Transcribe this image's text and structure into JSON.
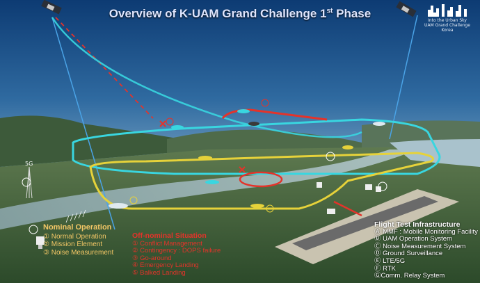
{
  "title": {
    "main": "Overview of K-UAM Grand Challenge 1",
    "sup": "st",
    "rest": " Phase"
  },
  "logo": {
    "line1": "Into the Urban Sky",
    "line2": "UAM Grand Challenge Korea"
  },
  "nominal": {
    "heading": "Nominal Operation",
    "items": [
      "① Normal Operation",
      "② Mission Element",
      "③ Noise Measurement"
    ]
  },
  "off_nominal": {
    "heading": "Off-nominal Situation",
    "items": [
      "① Conflict Management",
      "② Contingency : DOPS failure",
      "③ Go-around",
      "④ Emergency Landing",
      "⑤ Balked Landing"
    ]
  },
  "infrastructure": {
    "heading": "Flight Test Infrastructure",
    "items": [
      "Ⓐ MMF : Mobile Monitoring Facility",
      "Ⓑ UAM Operation System",
      "Ⓒ Noise Measurement System",
      "Ⓓ Ground Surveillance",
      "Ⓔ LTE/5G",
      "Ⓕ RTK",
      "ⒼComm. Relay System"
    ]
  },
  "tower_label": "5G",
  "colors": {
    "cyan_path": "#39d6e0",
    "yellow_path": "#e6d23a",
    "red_path": "#e4332a",
    "nominal_text": "#f3c766"
  }
}
